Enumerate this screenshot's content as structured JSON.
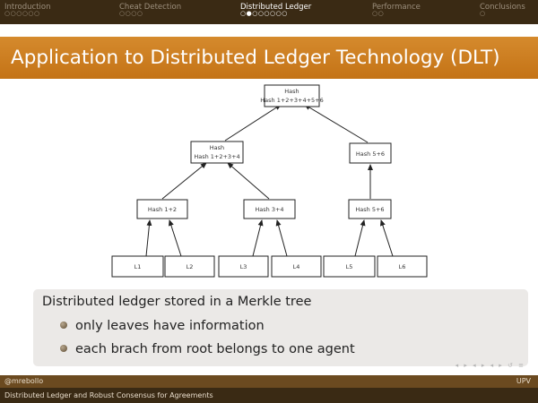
{
  "nav": {
    "sections": [
      {
        "label": "Introduction",
        "dots": "○○○○○○"
      },
      {
        "label": "Cheat Detection",
        "dots": "○○○○"
      },
      {
        "label": "Distributed Ledger",
        "dots": "○●○○○○○○"
      },
      {
        "label": "Performance",
        "dots": "○○"
      },
      {
        "label": "Conclusions",
        "dots": "○"
      }
    ],
    "active_index": 2
  },
  "slide": {
    "title": "Application to Distributed Ledger Technology (DLT)"
  },
  "tree": {
    "root": "Hash 1+2+3+4+5+6",
    "level1": [
      "Hash 1+2+3+4",
      "Hash 5+6"
    ],
    "level2": [
      "Hash 1+2",
      "Hash 3+4",
      "Hash 5+6"
    ],
    "leaves": [
      "L1",
      "L2",
      "L3",
      "L4",
      "L5",
      "L6"
    ]
  },
  "block": {
    "title": "Distributed ledger stored in a Merkle tree",
    "bullets": [
      "only leaves have information",
      "each brach from root belongs to one agent"
    ]
  },
  "footer": {
    "author": "@mrebollo",
    "institution": "UPV",
    "talk_title": "Distributed Ledger and Robust Consensus for Agreements"
  },
  "colors": {
    "nav_bg": "#3a2a14",
    "title_band": "#c47316",
    "block_bg": "#ebe9e7"
  }
}
